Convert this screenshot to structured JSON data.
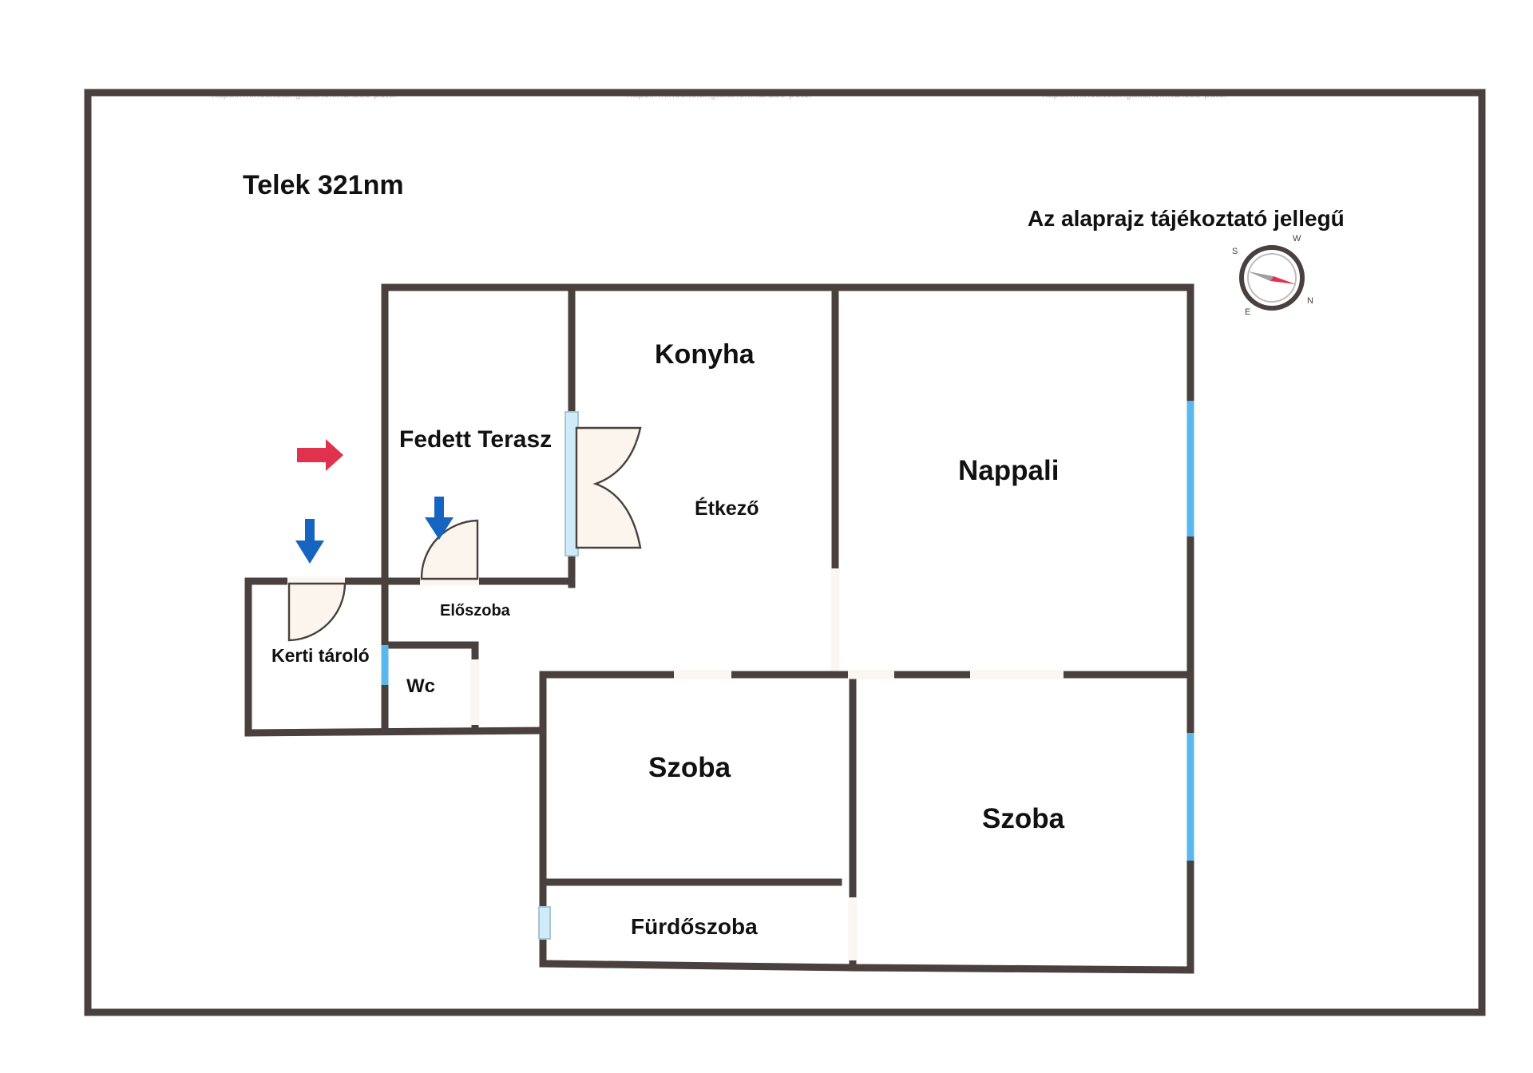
{
  "plot": {
    "label": "Telek 321nm"
  },
  "disclaimer": "Az alaprajz tájékoztató jellegű",
  "rooms": {
    "covered_terrace": "Fedett Terasz",
    "kitchen": "Konyha",
    "dining": "Étkező",
    "living_room": "Nappali",
    "hallway": "Előszoba",
    "garden_storage": "Kerti tároló",
    "wc": "Wc",
    "bedroom_1": "Szoba",
    "bedroom_2": "Szoba",
    "bathroom": "Fürdőszoba"
  },
  "compass": {
    "n": "N",
    "e": "E",
    "s": "S",
    "w": "W"
  },
  "watermark": "https://minositettingatlanok.hu/izso-peter",
  "colors": {
    "wall": "#4a403d",
    "window": "#5bb8ec",
    "entry_arrow": "#e0314f",
    "door_arrow": "#1565c0",
    "door_fill": "#fbf5ee"
  }
}
